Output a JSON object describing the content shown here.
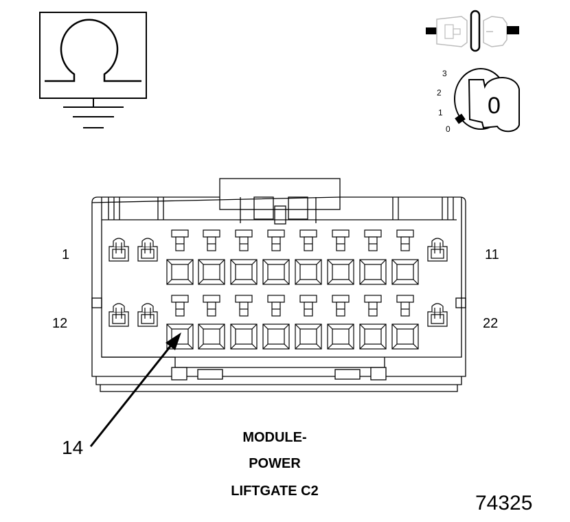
{
  "diagram": {
    "pin_labels": {
      "top_left": "1",
      "top_right": "11",
      "bottom_left": "12",
      "bottom_right": "22",
      "callout": "14"
    },
    "caption": {
      "line1": "MODULE-",
      "line2": "POWER",
      "line3": "LIFTGATE C2"
    },
    "figure_number": "74325",
    "ignition_positions": [
      "3",
      "2",
      "1",
      "0"
    ],
    "key_label": "0",
    "icons": {
      "resistance": "ohmmeter-ground-icon",
      "disconnect": "connector-disconnect-icon",
      "ignition": "ignition-key-off-icon"
    },
    "connector": {
      "rows": 2,
      "cavities_per_row": 11,
      "highlighted_cavity": "14"
    }
  }
}
